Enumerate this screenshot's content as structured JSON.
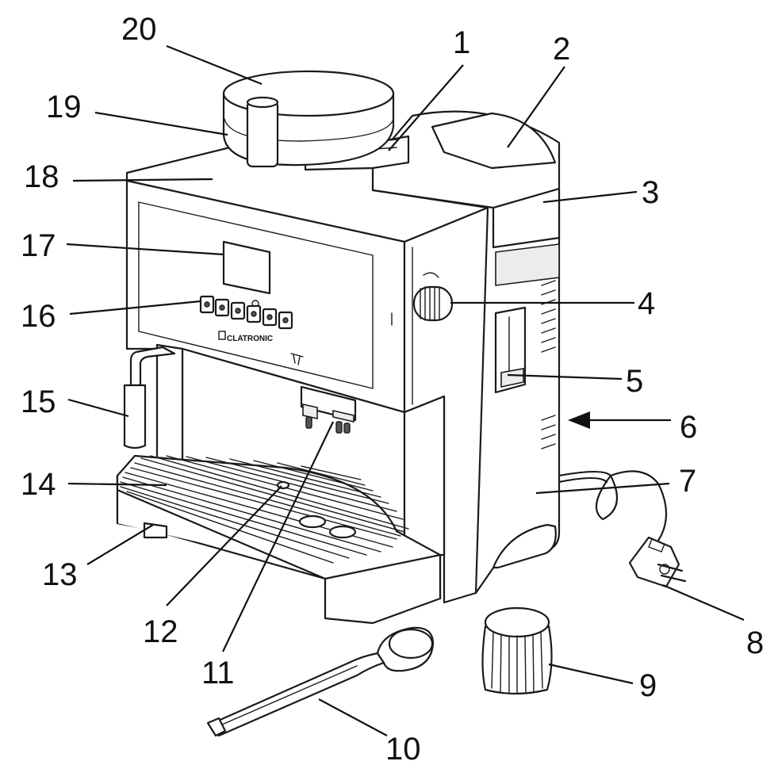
{
  "panel": {
    "brand_text": "CLATRONIC",
    "button_labels": [
      "",
      "",
      "",
      "",
      "",
      ""
    ]
  },
  "callouts": [
    {
      "label": "1"
    },
    {
      "label": "2"
    },
    {
      "label": "3"
    },
    {
      "label": "4"
    },
    {
      "label": "5"
    },
    {
      "label": "6"
    },
    {
      "label": "7"
    },
    {
      "label": "8"
    },
    {
      "label": "9"
    },
    {
      "label": "10"
    },
    {
      "label": "11"
    },
    {
      "label": "12"
    },
    {
      "label": "13"
    },
    {
      "label": "14"
    },
    {
      "label": "15"
    },
    {
      "label": "16"
    },
    {
      "label": "17"
    },
    {
      "label": "18"
    },
    {
      "label": "19"
    },
    {
      "label": "20"
    }
  ]
}
